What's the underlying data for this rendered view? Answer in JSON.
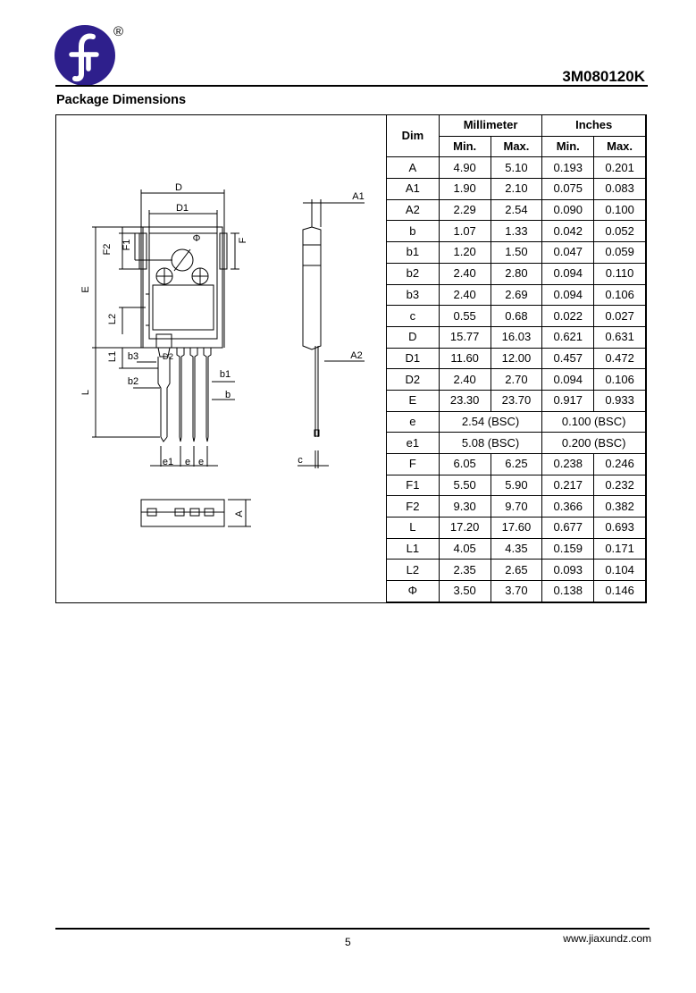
{
  "header": {
    "registered_mark": "®",
    "part_number": "3M080120K"
  },
  "section_title": "Package Dimensions",
  "drawing_labels": {
    "D": "D",
    "D1": "D1",
    "D2": "D2",
    "F": "F",
    "F1": "F1",
    "F2": "F2",
    "phi": "Φ",
    "E": "E",
    "L2": "L2",
    "L1": "L1",
    "L": "L",
    "b": "b",
    "b1": "b1",
    "b2": "b2",
    "b3": "b3",
    "e1": "e1",
    "e_a": "e",
    "e_b": "e",
    "A1": "A1",
    "A2": "A2",
    "c": "c",
    "A": "A"
  },
  "table": {
    "dim_header": "Dim",
    "mm_header": "Millimeter",
    "in_header": "Inches",
    "min_label": "Min.",
    "max_label": "Max.",
    "rows": [
      {
        "dim": "A",
        "mm_min": "4.90",
        "mm_max": "5.10",
        "in_min": "0.193",
        "in_max": "0.201"
      },
      {
        "dim": "A1",
        "mm_min": "1.90",
        "mm_max": "2.10",
        "in_min": "0.075",
        "in_max": "0.083"
      },
      {
        "dim": "A2",
        "mm_min": "2.29",
        "mm_max": "2.54",
        "in_min": "0.090",
        "in_max": "0.100"
      },
      {
        "dim": "b",
        "mm_min": "1.07",
        "mm_max": "1.33",
        "in_min": "0.042",
        "in_max": "0.052"
      },
      {
        "dim": "b1",
        "mm_min": "1.20",
        "mm_max": "1.50",
        "in_min": "0.047",
        "in_max": "0.059"
      },
      {
        "dim": "b2",
        "mm_min": "2.40",
        "mm_max": "2.80",
        "in_min": "0.094",
        "in_max": "0.110"
      },
      {
        "dim": "b3",
        "mm_min": "2.40",
        "mm_max": "2.69",
        "in_min": "0.094",
        "in_max": "0.106"
      },
      {
        "dim": "c",
        "mm_min": "0.55",
        "mm_max": "0.68",
        "in_min": "0.022",
        "in_max": "0.027"
      },
      {
        "dim": "D",
        "mm_min": "15.77",
        "mm_max": "16.03",
        "in_min": "0.621",
        "in_max": "0.631"
      },
      {
        "dim": "D1",
        "mm_min": "11.60",
        "mm_max": "12.00",
        "in_min": "0.457",
        "in_max": "0.472"
      },
      {
        "dim": "D2",
        "mm_min": "2.40",
        "mm_max": "2.70",
        "in_min": "0.094",
        "in_max": "0.106"
      },
      {
        "dim": "E",
        "mm_min": "23.30",
        "mm_max": "23.70",
        "in_min": "0.917",
        "in_max": "0.933"
      },
      {
        "dim": "e",
        "mm_bsc": "2.54 (BSC)",
        "in_bsc": "0.100 (BSC)"
      },
      {
        "dim": "e1",
        "mm_bsc": "5.08 (BSC)",
        "in_bsc": "0.200 (BSC)"
      },
      {
        "dim": "F",
        "mm_min": "6.05",
        "mm_max": "6.25",
        "in_min": "0.238",
        "in_max": "0.246"
      },
      {
        "dim": "F1",
        "mm_min": "5.50",
        "mm_max": "5.90",
        "in_min": "0.217",
        "in_max": "0.232"
      },
      {
        "dim": "F2",
        "mm_min": "9.30",
        "mm_max": "9.70",
        "in_min": "0.366",
        "in_max": "0.382"
      },
      {
        "dim": "L",
        "mm_min": "17.20",
        "mm_max": "17.60",
        "in_min": "0.677",
        "in_max": "0.693"
      },
      {
        "dim": "L1",
        "mm_min": "4.05",
        "mm_max": "4.35",
        "in_min": "0.159",
        "in_max": "0.171"
      },
      {
        "dim": "L2",
        "mm_min": "2.35",
        "mm_max": "2.65",
        "in_min": "0.093",
        "in_max": "0.104"
      },
      {
        "dim": "Φ",
        "mm_min": "3.50",
        "mm_max": "3.70",
        "in_min": "0.138",
        "in_max": "0.146"
      }
    ]
  },
  "footer": {
    "page_number": "5",
    "website": "www.jiaxundz.com"
  },
  "colors": {
    "logo": "#2e1f8c",
    "text": "#000000"
  }
}
